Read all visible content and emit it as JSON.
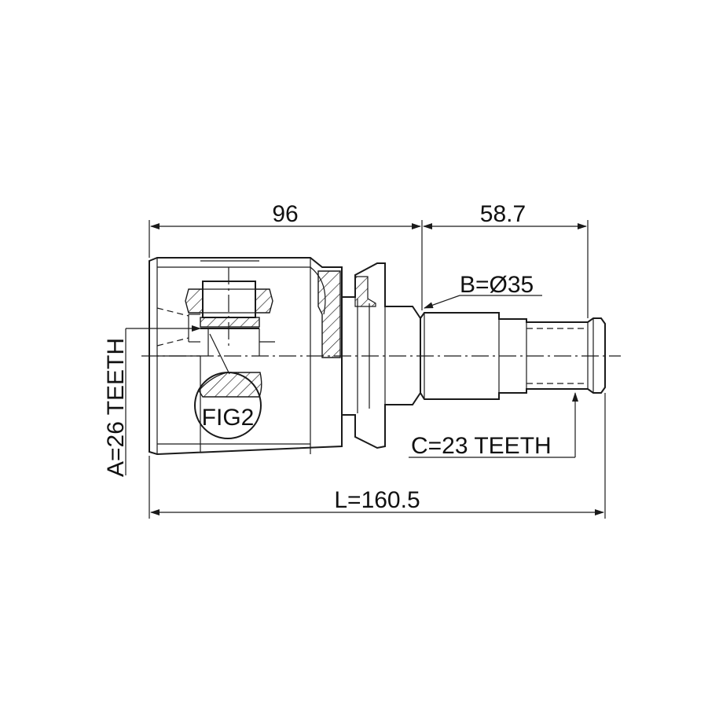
{
  "dimensions": {
    "housing_length": "96",
    "stub_length": "58.7",
    "total_length": "L=160.5",
    "stub_diameter": "B=Ø35",
    "housing_spline": "A=26 TEETH",
    "stub_spline": "C=23 TEETH"
  },
  "detail_callout": "FIG2",
  "colors": {
    "line": "#1a1a1a",
    "background": "#ffffff"
  }
}
